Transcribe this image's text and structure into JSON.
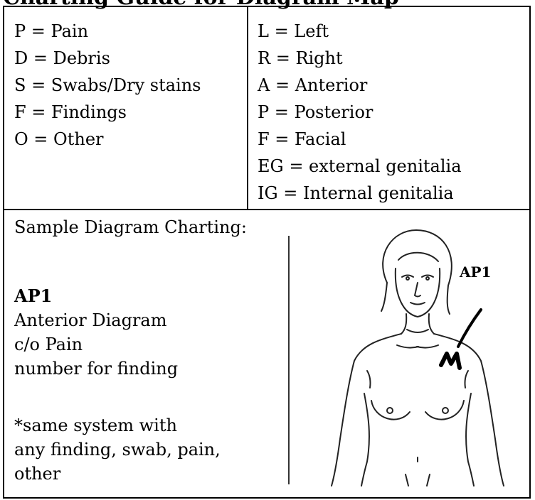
{
  "heading": "Charting Guide for Diagram Map",
  "legend": {
    "left": [
      "P = Pain",
      "D = Debris",
      "S = Swabs/Dry stains",
      "F = Findings",
      "O = Other"
    ],
    "right": [
      "L = Left",
      "R = Right",
      "A = Anterior",
      "P = Posterior",
      "F = Facial",
      "EG = external genitalia",
      "IG = Internal genitalia"
    ]
  },
  "sample": {
    "title": "Sample Diagram Charting:",
    "code": "AP1",
    "lines": [
      "Anterior Diagram",
      "c/o Pain",
      "number for finding"
    ],
    "note_lines": [
      "*same system with",
      "any finding, swab, pain,",
      "other"
    ]
  },
  "figure": {
    "label": "AP1",
    "annotation_color": "#000000"
  }
}
